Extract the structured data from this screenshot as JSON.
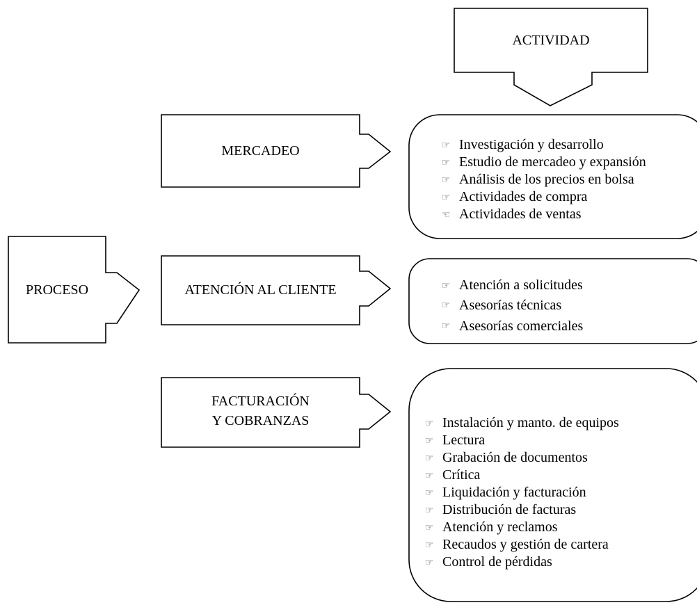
{
  "activity": {
    "label": "ACTIVIDAD"
  },
  "process": {
    "label": "PROCESO"
  },
  "bullet_icon": "hand-pointing-right-icon",
  "branches": [
    {
      "label_lines": [
        "MERCADEO"
      ],
      "items": [
        "Investigación y desarrollo",
        "Estudio de mercadeo y expansión",
        "Análisis de los precios en bolsa",
        "Actividades de compra",
        "Actividades de ventas"
      ]
    },
    {
      "label_lines": [
        "ATENCIÓN AL CLIENTE"
      ],
      "items": [
        "Atención a solicitudes",
        "Asesorías técnicas",
        "Asesorías comerciales"
      ]
    },
    {
      "label_lines": [
        "FACTURACIÓN",
        "Y COBRANZAS"
      ],
      "items": [
        "Instalación y manto. de equipos",
        "Lectura",
        "Grabación de documentos",
        "Crítica",
        "Liquidación y facturación",
        "Distribución de facturas",
        "Atención y reclamos",
        "Recaudos y gestión de cartera",
        "Control de pérdidas"
      ]
    }
  ]
}
